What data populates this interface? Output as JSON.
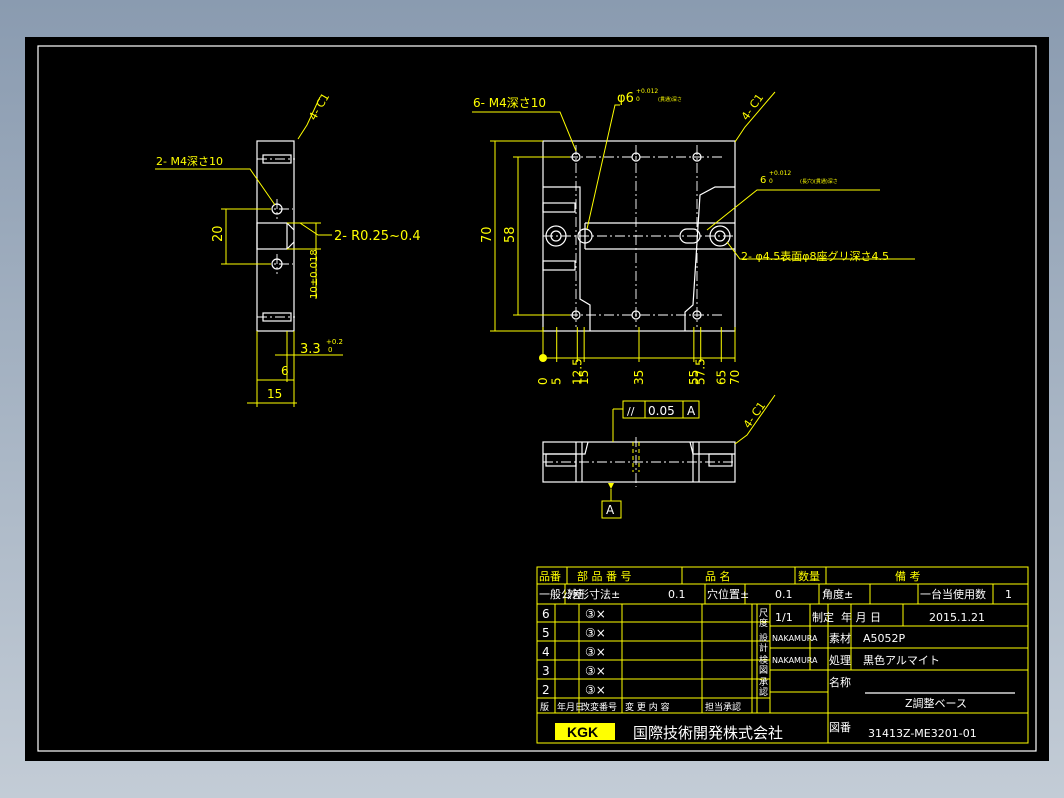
{
  "side_view": {
    "c1": "4- C1",
    "m4": "2- M4深さ10",
    "dim20": "20",
    "radius": "2- R0.25~0.4",
    "dim10": "10±0.018",
    "dim33": "3.3",
    "dim33_tol_top": "+0.2",
    "dim33_tol_bot": "0",
    "dim6": "6",
    "dim15": "15"
  },
  "top_view": {
    "m4": "6- M4深さ10",
    "dia6": "φ6",
    "dia6_tol_top": "+0.012",
    "dia6_tol_bot": "0",
    "dia6_note": "(貫通)深さ",
    "c1": "4- C1",
    "slot6": "6",
    "slot6_tol_top": "+0.012",
    "slot6_tol_bot": "0",
    "slot6_note": "(長穴)(貫通)深さ",
    "cbore": "2- φ4.5表面φ8座グリ深さ4.5",
    "dim70": "70",
    "dim58": "58",
    "x_ticks": [
      "0",
      "5",
      "12.5",
      "15",
      "35",
      "55",
      "57.5",
      "65",
      "70"
    ]
  },
  "front_view": {
    "c1": "4- C1",
    "parallel_symbol": "//",
    "tolerance": "0.05",
    "datum": "A",
    "datum_label": "A"
  },
  "title_block": {
    "h_hinban": "品番",
    "h_buhin": "部 品 番 号",
    "h_hinmei": "品 名",
    "h_suryo": "数量",
    "h_biko": "備 考",
    "tol_general": "一般公差",
    "tol_outer": "外形寸法±",
    "tol_outer_val": "0.1",
    "tol_hole": "穴位置±",
    "tol_hole_val": "0.1",
    "tol_angle": "角度±",
    "qty_label": "一台当使用数",
    "qty_val": "1",
    "rev_rows": [
      "6",
      "5",
      "4",
      "3",
      "2"
    ],
    "rev_mark": "③×",
    "rev_footer": [
      "版",
      "年月日",
      "改変番号",
      "変 更 内 容",
      "担当承認"
    ],
    "scale": "1/1",
    "made_label": "制定",
    "date_label": "年 月 日",
    "date_val": "2015.1.21",
    "person1": "NAKAMURA",
    "person2": "NAKAMURA",
    "material_label": "素材",
    "material_val": "A5052P",
    "treat_label": "処理",
    "treat_val": "黒色アルマイト",
    "name_label": "名称",
    "name_val": "Z調整ベース",
    "side_labels": [
      "尺度",
      "設計",
      "検図",
      "承認"
    ],
    "logo": "KGK",
    "company": "国際技術開発株式会社",
    "drawing_no_label": "図番",
    "drawing_no": "31413Z-ME3201-01"
  }
}
